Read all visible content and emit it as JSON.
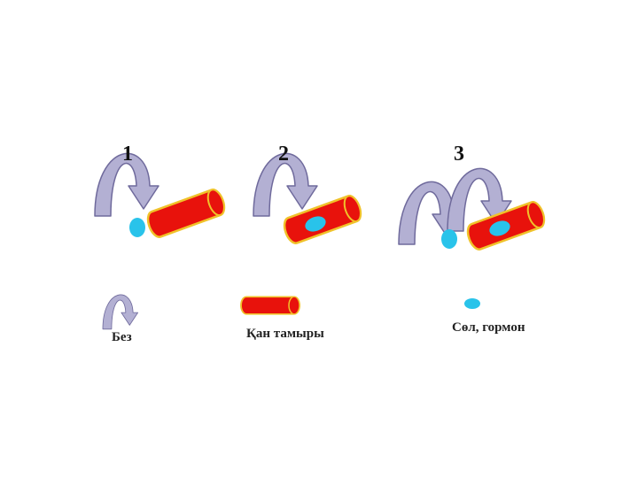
{
  "panels": [
    {
      "number": "1"
    },
    {
      "number": "2"
    },
    {
      "number": "3"
    }
  ],
  "legend": {
    "gland_label": "Без",
    "vessel_label": "Қан тамыры",
    "secretion_label": "Сөл, гормон"
  },
  "colors": {
    "arrow_fill": "#b3b0d3",
    "arrow_stroke": "#6f6a9c",
    "vessel_fill": "#e8120c",
    "vessel_stroke": "#f0c22a",
    "secretion_fill": "#29c3ea"
  },
  "icons": {
    "gland": "curved-arrow-icon",
    "vessel": "red-cylinder-icon",
    "secretion": "blue-droplet-icon"
  }
}
